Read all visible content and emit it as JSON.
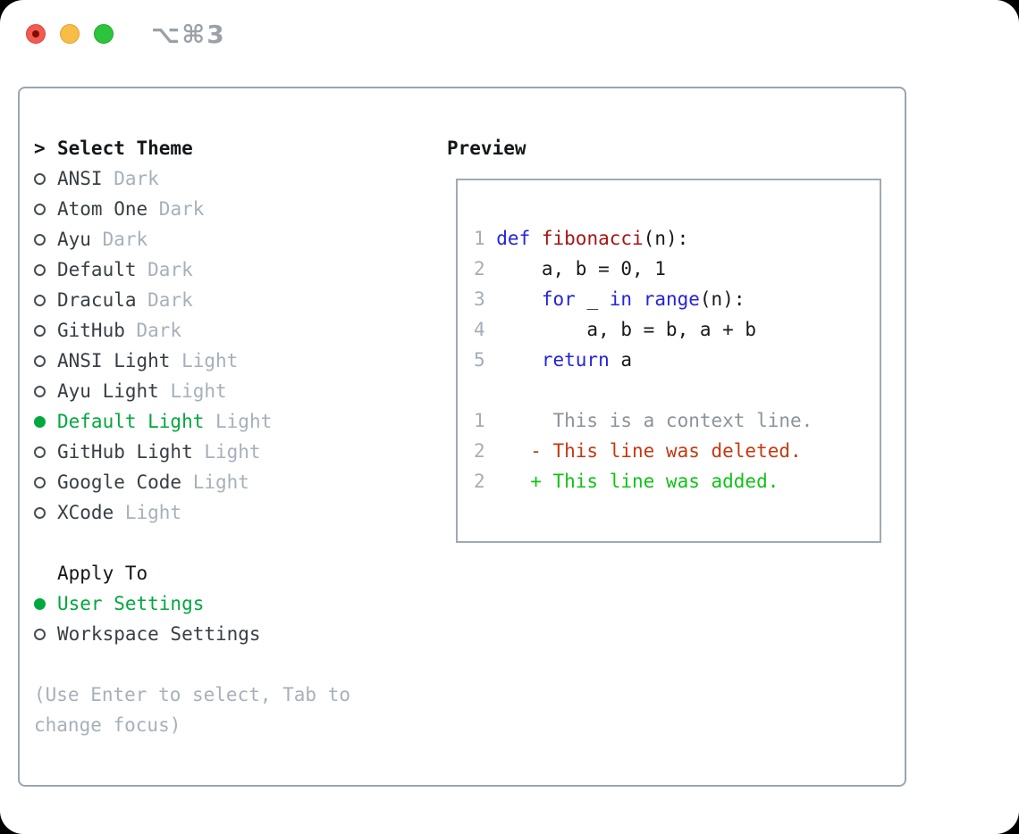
{
  "titlebar": {
    "title": "⌥⌘3"
  },
  "colors": {
    "selection_green": "#00a83e",
    "added_green": "#10c316",
    "deleted_red": "#c5380f",
    "keyword_blue": "#2323dd",
    "function_red": "#a81414",
    "muted_gray": "#a6b0bb",
    "panel_border": "#9aa5b2",
    "traffic_red": "#f15b50",
    "traffic_yellow": "#f8bd45",
    "traffic_green": "#2cc43d"
  },
  "theme_panel": {
    "header_prefix": ">",
    "header": "Select Theme",
    "themes": [
      {
        "name": "ANSI",
        "variant": "Dark",
        "selected": false
      },
      {
        "name": "Atom One",
        "variant": "Dark",
        "selected": false
      },
      {
        "name": "Ayu",
        "variant": "Dark",
        "selected": false
      },
      {
        "name": "Default",
        "variant": "Dark",
        "selected": false
      },
      {
        "name": "Dracula",
        "variant": "Dark",
        "selected": false
      },
      {
        "name": "GitHub",
        "variant": "Dark",
        "selected": false
      },
      {
        "name": "ANSI Light",
        "variant": "Light",
        "selected": false
      },
      {
        "name": "Ayu Light",
        "variant": "Light",
        "selected": false
      },
      {
        "name": "Default Light",
        "variant": "Light",
        "selected": true
      },
      {
        "name": "GitHub Light",
        "variant": "Light",
        "selected": false
      },
      {
        "name": "Google Code",
        "variant": "Light",
        "selected": false
      },
      {
        "name": "XCode",
        "variant": "Light",
        "selected": false
      }
    ],
    "apply_to": {
      "header": "Apply To",
      "options": [
        {
          "name": "User Settings",
          "selected": true
        },
        {
          "name": "Workspace Settings",
          "selected": false
        }
      ]
    },
    "hint_lines": [
      "(Use Enter to select, Tab to",
      "change focus)"
    ]
  },
  "preview": {
    "header": "Preview",
    "code_lines": [
      {
        "num": "1",
        "parts": [
          {
            "t": "def",
            "c": "kw"
          },
          {
            "t": " ",
            "c": "plain"
          },
          {
            "t": "fibonacci",
            "c": "fn"
          },
          {
            "t": "(n):",
            "c": "plain"
          }
        ]
      },
      {
        "num": "2",
        "parts": [
          {
            "t": "    a, b = 0, 1",
            "c": "plain"
          }
        ]
      },
      {
        "num": "3",
        "parts": [
          {
            "t": "    ",
            "c": "plain"
          },
          {
            "t": "for",
            "c": "kw"
          },
          {
            "t": " _ ",
            "c": "plain"
          },
          {
            "t": "in",
            "c": "kw"
          },
          {
            "t": " ",
            "c": "plain"
          },
          {
            "t": "range",
            "c": "kw"
          },
          {
            "t": "(n):",
            "c": "plain"
          }
        ]
      },
      {
        "num": "4",
        "parts": [
          {
            "t": "        a, b = b, a + b",
            "c": "plain"
          }
        ]
      },
      {
        "num": "5",
        "parts": [
          {
            "t": "    ",
            "c": "plain"
          },
          {
            "t": "return",
            "c": "kw"
          },
          {
            "t": " a",
            "c": "plain"
          }
        ]
      },
      {
        "num": "",
        "parts": []
      },
      {
        "num": "1",
        "parts": [
          {
            "t": "     This is a context line.",
            "c": "ctx"
          }
        ]
      },
      {
        "num": "2",
        "parts": [
          {
            "t": "   - This line was deleted.",
            "c": "del"
          }
        ]
      },
      {
        "num": "2",
        "parts": [
          {
            "t": "   + This line was added.",
            "c": "add"
          }
        ]
      }
    ]
  }
}
